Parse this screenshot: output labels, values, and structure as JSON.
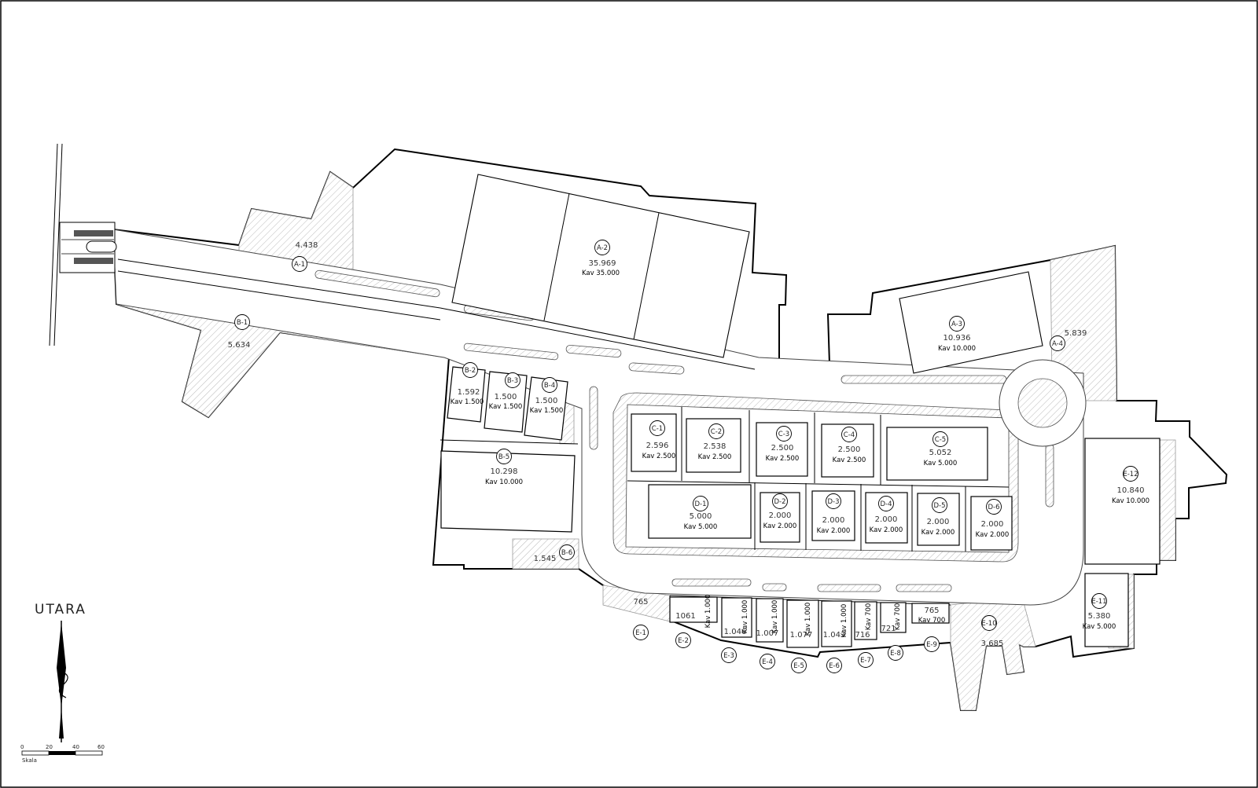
{
  "north": {
    "label": "UTARA"
  },
  "scale": {
    "ticks": [
      "0",
      "20",
      "40",
      "60"
    ],
    "label": "Skala"
  },
  "lots": [
    {
      "key": "a1",
      "id": "A-1",
      "area": "4.438",
      "kav": ""
    },
    {
      "key": "a2",
      "id": "A-2",
      "area": "35.969",
      "kav": "Kav 35.000"
    },
    {
      "key": "a3",
      "id": "A-3",
      "area": "10.936",
      "kav": "Kav 10.000"
    },
    {
      "key": "a4",
      "id": "A-4",
      "area": "5.839",
      "kav": ""
    },
    {
      "key": "b1",
      "id": "B-1",
      "area": "5.634",
      "kav": ""
    },
    {
      "key": "b2",
      "id": "B-2",
      "area": "1.592",
      "kav": "Kav 1.500"
    },
    {
      "key": "b3",
      "id": "B-3",
      "area": "1.500",
      "kav": "Kav 1.500"
    },
    {
      "key": "b4",
      "id": "B-4",
      "area": "1.500",
      "kav": "Kav 1.500"
    },
    {
      "key": "b5",
      "id": "B-5",
      "area": "10.298",
      "kav": "Kav 10.000"
    },
    {
      "key": "b6",
      "id": "B-6",
      "area": "1.545",
      "kav": ""
    },
    {
      "key": "c1",
      "id": "C-1",
      "area": "2.596",
      "kav": "Kav 2.500"
    },
    {
      "key": "c2",
      "id": "C-2",
      "area": "2.538",
      "kav": "Kav 2.500"
    },
    {
      "key": "c3",
      "id": "C-3",
      "area": "2.500",
      "kav": "Kav 2.500"
    },
    {
      "key": "c4",
      "id": "C-4",
      "area": "2.500",
      "kav": "Kav 2.500"
    },
    {
      "key": "c5",
      "id": "C-5",
      "area": "5.052",
      "kav": "Kav 5.000"
    },
    {
      "key": "d1",
      "id": "D-1",
      "area": "5.000",
      "kav": "Kav 5.000"
    },
    {
      "key": "d2",
      "id": "D-2",
      "area": "2.000",
      "kav": "Kav 2.000"
    },
    {
      "key": "d3",
      "id": "D-3",
      "area": "2.000",
      "kav": "Kav 2.000"
    },
    {
      "key": "d4",
      "id": "D-4",
      "area": "2.000",
      "kav": "Kav 2.000"
    },
    {
      "key": "d5",
      "id": "D-5",
      "area": "2.000",
      "kav": "Kav 2.000"
    },
    {
      "key": "d6",
      "id": "D-6",
      "area": "2.000",
      "kav": "Kav 2.000"
    },
    {
      "key": "e1",
      "id": "E-1",
      "area": "765",
      "kav": ""
    },
    {
      "key": "e2",
      "id": "E-2",
      "area": "1061",
      "kav": "Kav 1.000"
    },
    {
      "key": "e3",
      "id": "E-3",
      "area": "1.046",
      "kav": "Kav 1.000"
    },
    {
      "key": "e4",
      "id": "E-4",
      "area": "1.007",
      "kav": "Kav 1.000"
    },
    {
      "key": "e5",
      "id": "E-5",
      "area": "1.077",
      "kav": "Kav 1.000"
    },
    {
      "key": "e6",
      "id": "E-6",
      "area": "1.043",
      "kav": "Kav 1.000"
    },
    {
      "key": "e7",
      "id": "E-7",
      "area": "716",
      "kav": "Kav 700"
    },
    {
      "key": "e8",
      "id": "E-8",
      "area": "721",
      "kav": "Kav 700"
    },
    {
      "key": "e9",
      "id": "E-9",
      "area": "765",
      "kav": "Kav 700"
    },
    {
      "key": "e10",
      "id": "E-10",
      "area": "3.685",
      "kav": ""
    },
    {
      "key": "e11",
      "id": "E-11",
      "area": "5.380",
      "kav": "Kav 5.000"
    },
    {
      "key": "e12",
      "id": "E-12",
      "area": "10.840",
      "kav": "Kav 10.000"
    }
  ]
}
